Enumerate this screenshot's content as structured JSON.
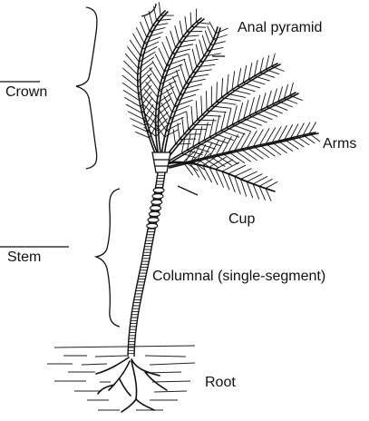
{
  "labels": {
    "crown": "Crown",
    "anal_pyramid": "Anal pyramid",
    "arms": "Arms",
    "cup": "Cup",
    "stem": "Stem",
    "columnal": "Columnal (single-segment)",
    "root": "Root"
  },
  "colors": {
    "ink": "#111111",
    "background": "#ffffff"
  }
}
